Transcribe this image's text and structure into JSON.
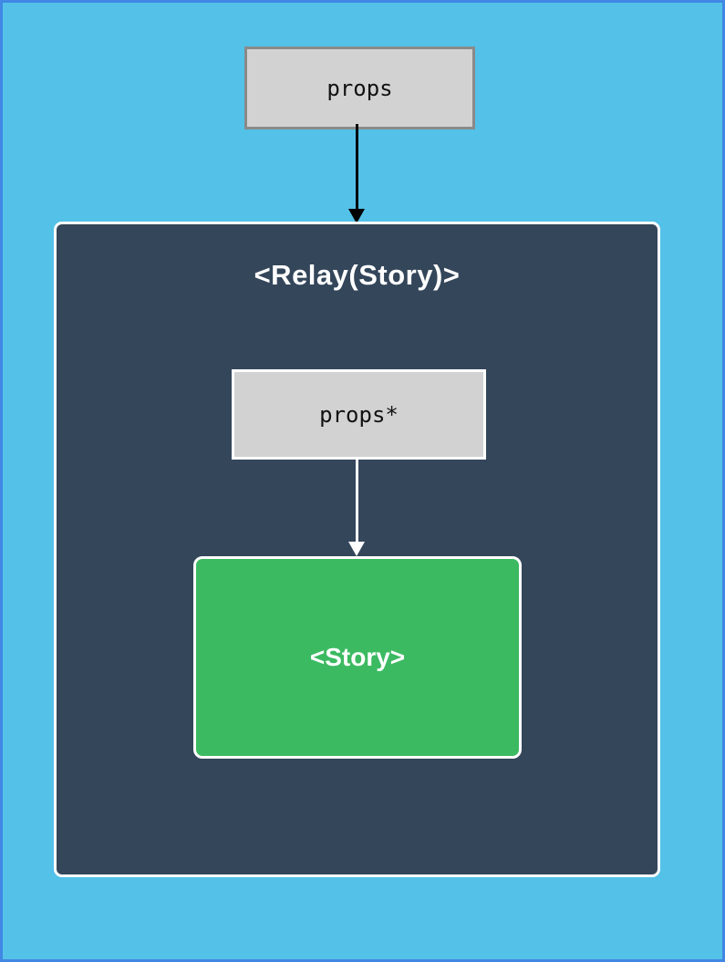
{
  "diagram": {
    "outer_input": {
      "label": "props"
    },
    "container": {
      "title": "<Relay(Story)>"
    },
    "inner_input": {
      "label": "props*"
    },
    "child": {
      "label": "<Story>"
    },
    "arrows": [
      {
        "name": "props-to-relay",
        "color": "#000000"
      },
      {
        "name": "props-to-story",
        "color": "#ffffff"
      }
    ]
  },
  "colors": {
    "page_background": "#54c1e8",
    "page_border": "#4187e4",
    "container_fill": "#34465a",
    "container_border": "#ffffff",
    "box_fill": "#d2d2d2",
    "box_border_gray": "#8a8a8a",
    "child_fill": "#3cba62",
    "arrow_black": "#000000",
    "arrow_white": "#ffffff"
  }
}
